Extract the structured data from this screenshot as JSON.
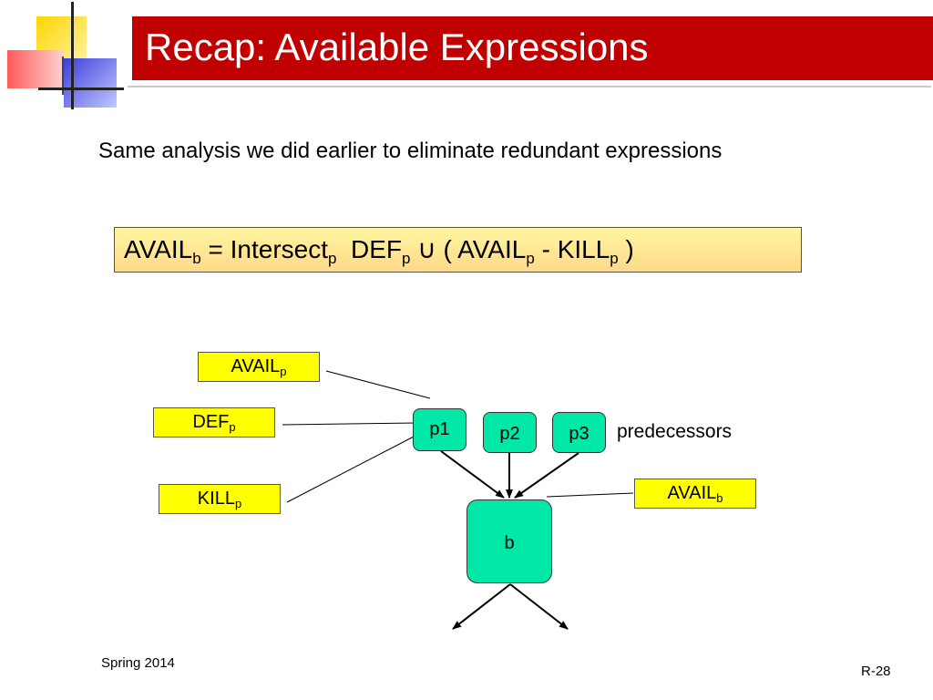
{
  "slide": {
    "title": "Recap: Available Expressions",
    "subtitle": "Same analysis we did earlier to eliminate redundant expressions",
    "footer_left": "Spring 2014",
    "footer_right": "R-28"
  },
  "formula": {
    "avail": "AVAIL",
    "sub_b": "b",
    "eq_intersect": " = Intersect",
    "sub_p1": "p",
    "def": "  DEF",
    "sub_p2": "p",
    "union": " ∪ ( AVAIL",
    "sub_p3": "p",
    "minus_kill": " - KILL",
    "sub_p4": "p",
    "close": " )"
  },
  "diagram": {
    "labels": {
      "avail_p": {
        "main": "AVAIL",
        "sub": "p"
      },
      "def_p": {
        "main": "DEF",
        "sub": "p"
      },
      "kill_p": {
        "main": "KILL",
        "sub": "p"
      },
      "avail_b": {
        "main": "AVAIL",
        "sub": "b"
      }
    },
    "nodes": {
      "p1": "p1",
      "p2": "p2",
      "p3": "p3",
      "b": "b"
    },
    "predecessors_label": "predecessors"
  },
  "colors": {
    "title_bar": "#c00000",
    "label_fill": "#ffff00",
    "node_fill": "#00e8a8",
    "formula_fill_top": "#fff6a0",
    "formula_fill_bottom": "#ffd98a"
  }
}
